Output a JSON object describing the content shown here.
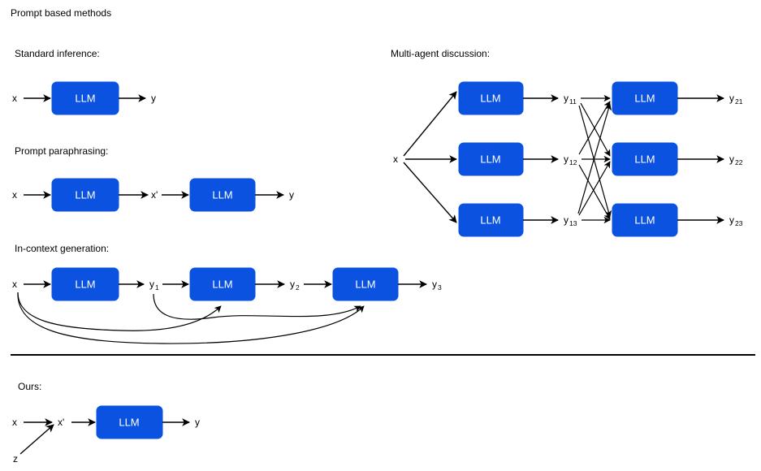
{
  "page": {
    "title": "Prompt based methods",
    "divider_label": "section-divider"
  },
  "sections": [
    {
      "id": "standard-inference",
      "title": "Standard inference:",
      "nodes": [
        {
          "label": "LLM"
        }
      ],
      "inputs": [
        "x"
      ],
      "outputs": [
        "y"
      ]
    },
    {
      "id": "prompt-paraphrasing",
      "title": "Prompt paraphrasing:",
      "nodes": [
        {
          "label": "LLM"
        },
        {
          "label": "LLM"
        }
      ],
      "inputs": [
        "x"
      ],
      "intermediates": [
        "x'"
      ],
      "outputs": [
        "y"
      ]
    },
    {
      "id": "in-context-generation",
      "title": "In-context generation:",
      "nodes": [
        {
          "label": "LLM"
        },
        {
          "label": "LLM"
        },
        {
          "label": "LLM"
        }
      ],
      "inputs": [
        "x"
      ],
      "intermediates": [
        "y1",
        "y2"
      ],
      "outputs": [
        "y3"
      ]
    },
    {
      "id": "multi-agent-discussion",
      "title": "Multi-agent discussion:",
      "nodes": [
        {
          "label": "LLM"
        },
        {
          "label": "LLM"
        },
        {
          "label": "LLM"
        },
        {
          "label": "LLM"
        },
        {
          "label": "LLM"
        },
        {
          "label": "LLM"
        }
      ],
      "inputs": [
        "x"
      ],
      "intermediates": [
        "y11",
        "y12",
        "y13"
      ],
      "outputs": [
        "y21",
        "y22",
        "y23"
      ]
    },
    {
      "id": "ours",
      "title": "Ours:",
      "nodes": [
        {
          "label": "LLM"
        }
      ],
      "inputs": [
        "x",
        "z"
      ],
      "intermediates": [
        "x'"
      ],
      "outputs": [
        "y"
      ]
    }
  ],
  "labels": {
    "llm": "LLM",
    "x": "x",
    "z": "z",
    "x_prime": "x'",
    "y": "y",
    "y_base": "y",
    "sub_1": "1",
    "sub_2": "2",
    "sub_3": "3",
    "sub_11": "11",
    "sub_12": "12",
    "sub_13": "13",
    "sub_21": "21",
    "sub_22": "22",
    "sub_23": "23"
  },
  "colors": {
    "node_fill": "#0b52e0",
    "node_text": "#ffffff",
    "edge": "#000000",
    "background": "#ffffff"
  }
}
